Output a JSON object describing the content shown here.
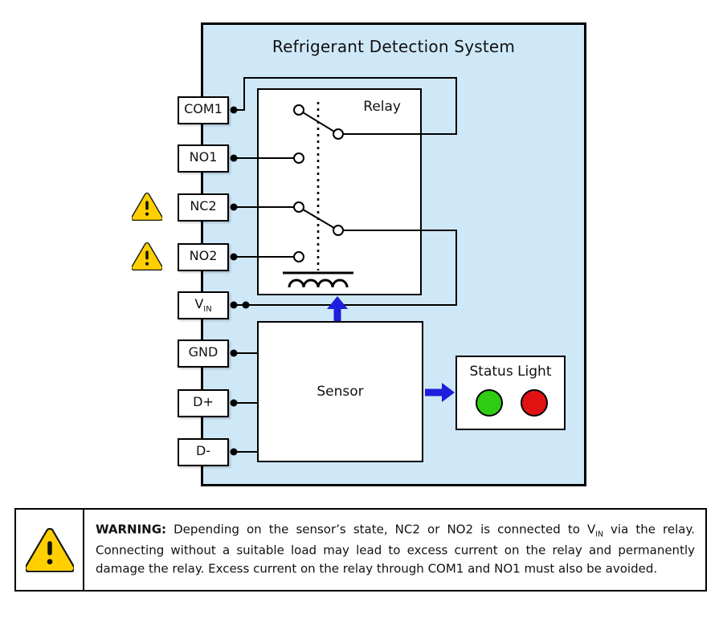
{
  "title": "Refrigerant Detection System",
  "relay": {
    "label": "Relay"
  },
  "sensor": {
    "label": "Sensor"
  },
  "status_light": {
    "label": "Status Light",
    "green_color": "#2ECC12",
    "red_color": "#E01212"
  },
  "terminals": [
    {
      "label": "COM1",
      "sub": ""
    },
    {
      "label": "NO1",
      "sub": ""
    },
    {
      "label": "NC2",
      "sub": ""
    },
    {
      "label": "NO2",
      "sub": ""
    },
    {
      "label": "V",
      "sub": "IN"
    },
    {
      "label": "GND",
      "sub": ""
    },
    {
      "label": "D+",
      "sub": ""
    },
    {
      "label": "D-",
      "sub": ""
    }
  ],
  "colors": {
    "panel_bg": "#CFE8F8",
    "arrow_blue": "#1E1EDC",
    "warning_yellow": "#FFCF00",
    "wire": "#000000"
  },
  "warning": {
    "prefix": "WARNING:",
    "body_before": " Depending on the sensor’s state, NC2 or NO2 is connected to V",
    "vin_sub": "IN",
    "body_after": " via the relay. Connecting without a suitable load may lead to excess current on the relay and permanently damage the relay. Excess current on the relay through COM1 and NO1 must also be avoided."
  }
}
